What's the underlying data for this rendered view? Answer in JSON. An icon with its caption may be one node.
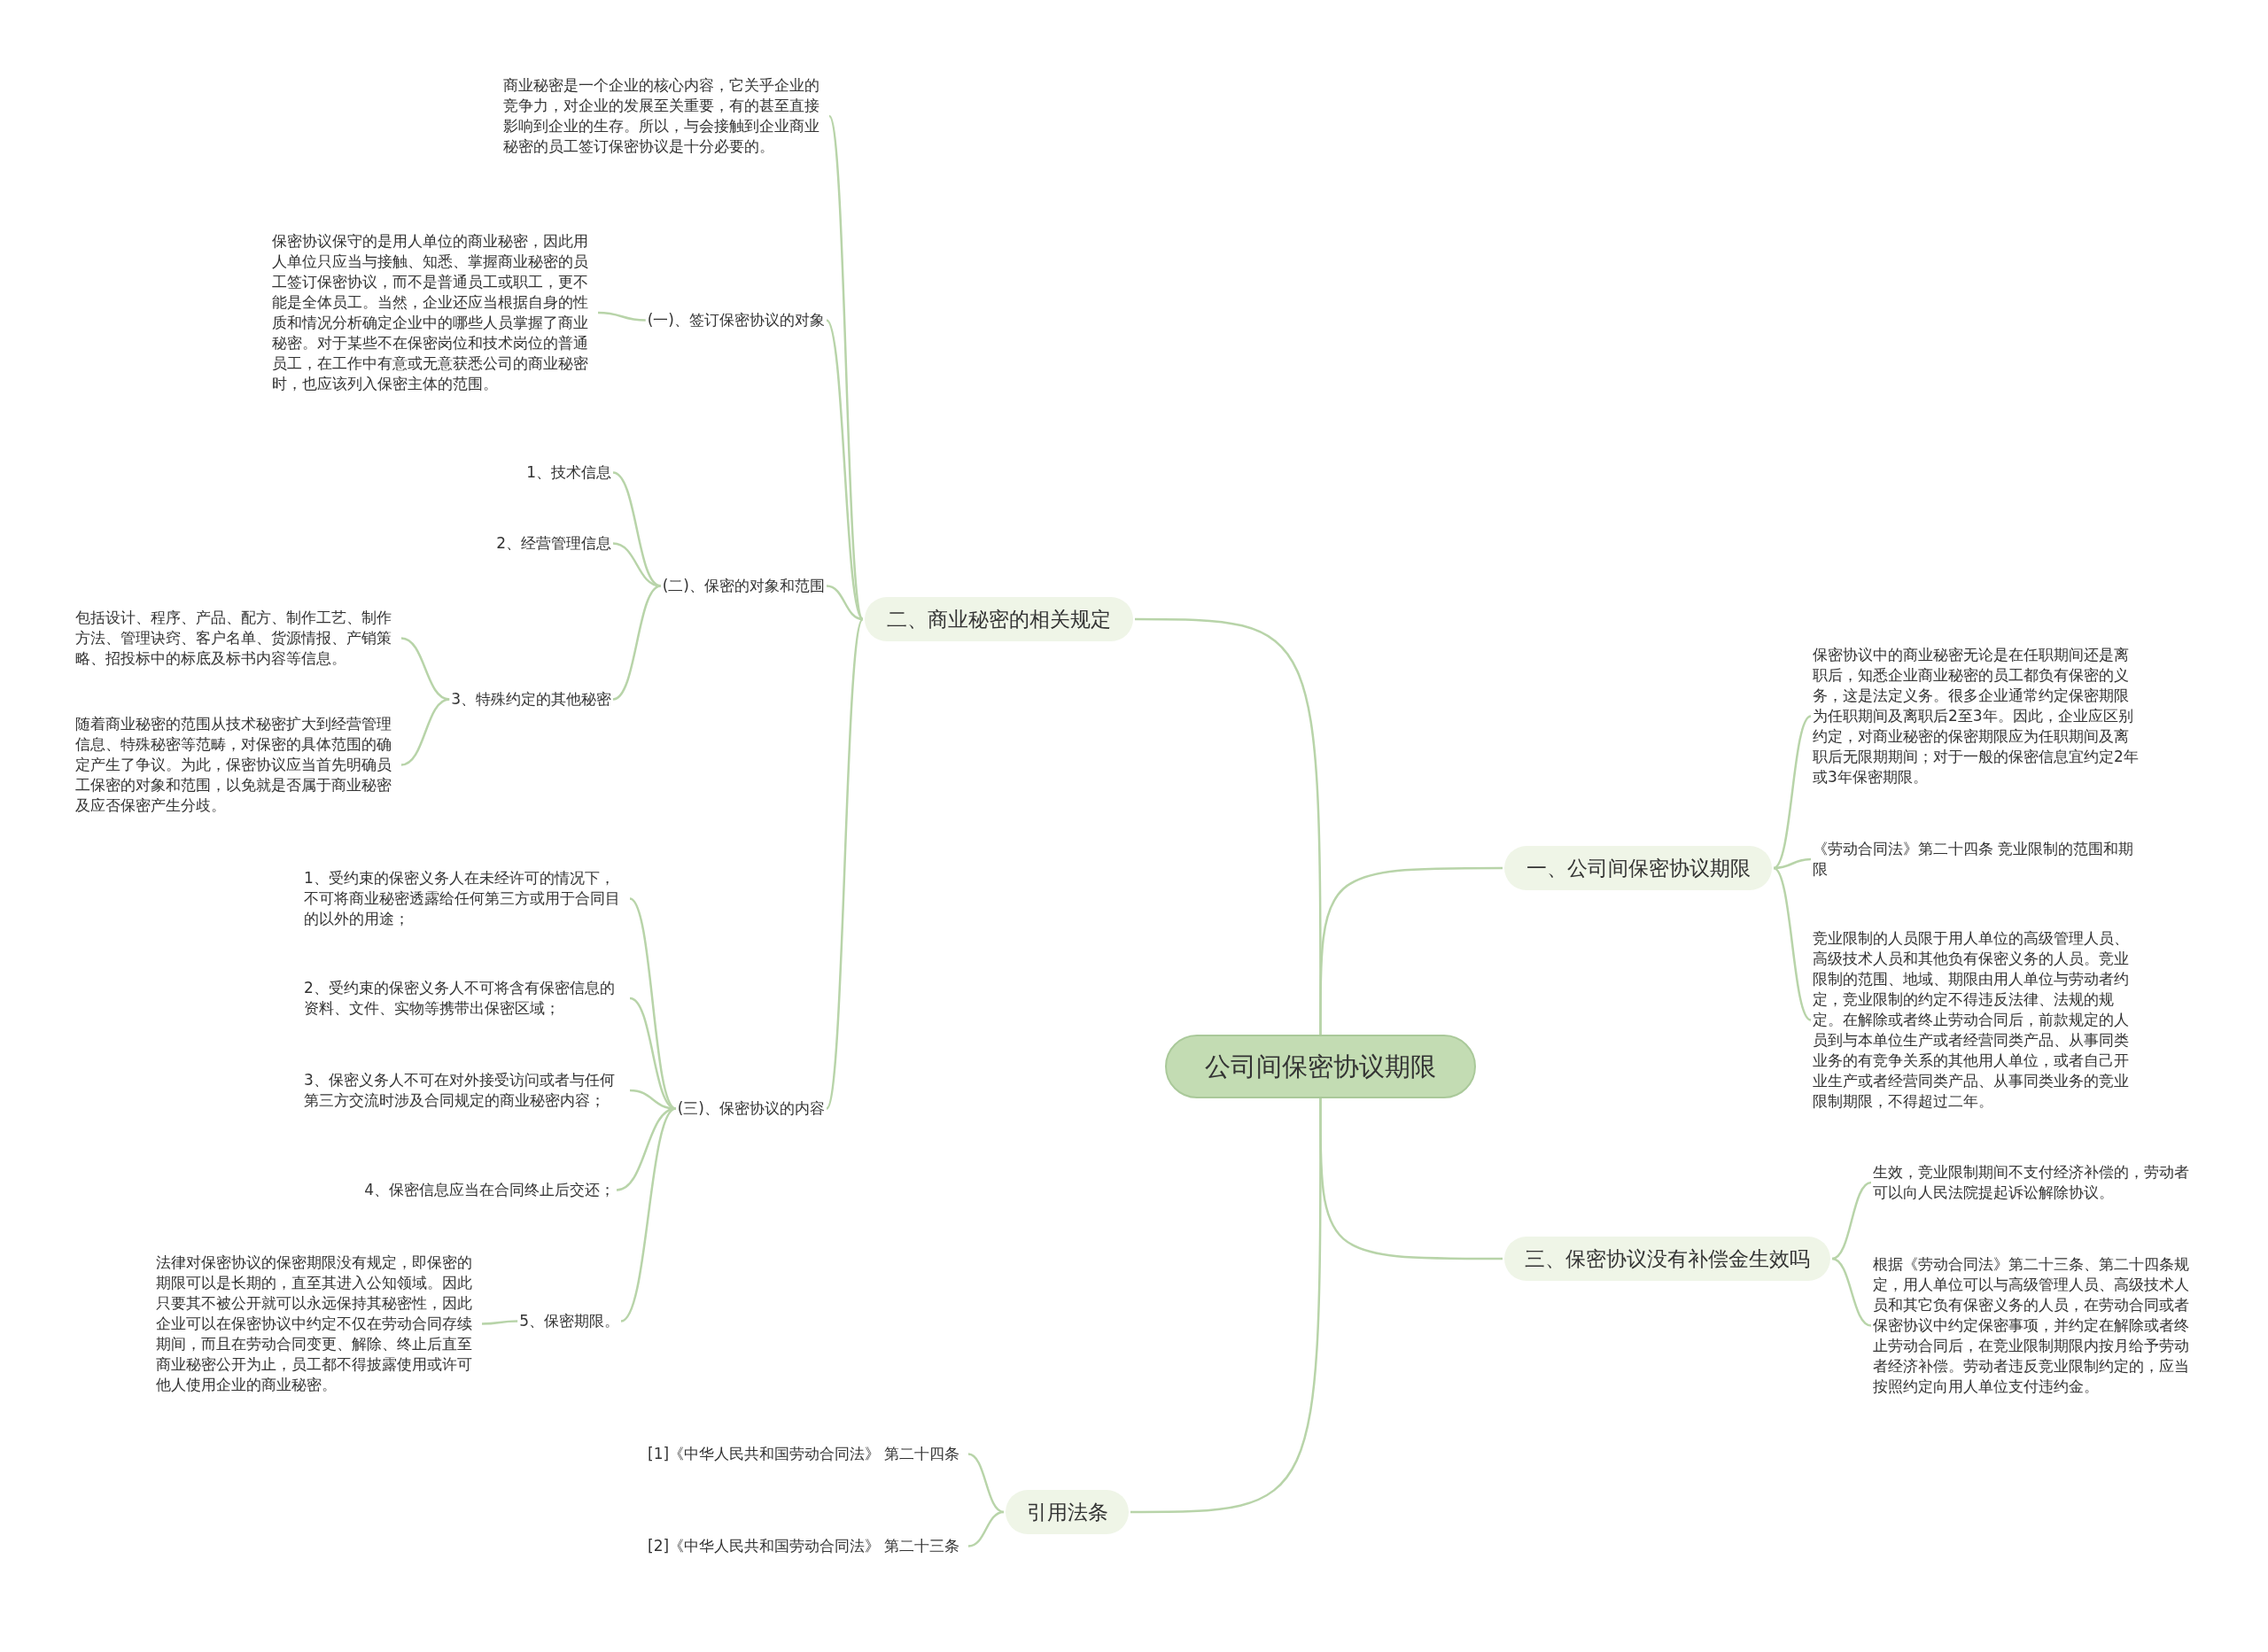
{
  "diagram": {
    "nodes": [
      {
        "text": [
          "公司间保密协议期限"
        ]
      },
      {
        "text": [
          "一、公司间保密协议期限"
        ]
      },
      {
        "text": [
          "保密协议中的商业秘密无论是在任职期间还是离职后，知悉企业商业秘密的员工都负有保密的义务，这是法定义务。很多企业通常约定保密期限为任职期间及离职后2至3年。因此，企业应区别约定，对商业秘密的保密期限应为任职期间及离职后无限期期间；对于一般的保密信息宜约定2年或3年保密期限。"
        ]
      },
      {
        "text": [
          "《劳动合同法》第二十四条 竞业限制的范围和期限"
        ]
      },
      {
        "text": [
          "竞业限制的人员限于用人单位的高级管理人员、高级技术人员和其他负有保密义务的人员。竞业限制的范围、地域、期限由用人单位与劳动者约定，竞业限制的约定不得违反法律、法规的规定。在解除或者终止劳动合同后，前款规定的人员到与本单位生产或者经营同类产品、从事同类业务的有竞争关系的其他用人单位，或者自己开业生产或者经营同类产品、从事同类业务的竞业限制期限，不得超过二年。"
        ]
      },
      {
        "text": [
          "三、保密协议没有补偿金生效吗"
        ]
      },
      {
        "text": [
          "生效，竞业限制期间不支付经济补偿的，劳动者可以向人民法院提起诉讼解除协议。"
        ]
      },
      {
        "text": [
          "根据《劳动合同法》第二十三条、第二十四条规定，用人单位可以与高级管理人员、高级技术人员和其它负有保密义务的人员，在劳动合同或者保密协议中约定保密事项，并约定在解除或者终止劳动合同后，在竞业限制期限内按月给予劳动者经济补偿。劳动者违反竞业限制约定的，应当按照约定向用人单位支付违约金。"
        ]
      },
      {
        "text": [
          "引用法条"
        ]
      },
      {
        "text": [
          "[1]《中华人民共和国劳动合同法》 第二十四条"
        ]
      },
      {
        "text": [
          "[2]《中华人民共和国劳动合同法》 第二十三条"
        ]
      },
      {
        "text": [
          "二、商业秘密的相关规定"
        ]
      },
      {
        "text": [
          "商业秘密是一个企业的核心内容，它关乎企业的竞争力，对企业的发展至关重要，有的甚至直接影响到企业的生存。所以，与会接触到企业商业秘密的员工签订保密协议是十分必要的。"
        ]
      },
      {
        "text": [
          "(一)、签订保密协议的对象"
        ]
      },
      {
        "text": [
          "保密协议保守的是用人单位的商业秘密，因此用人单位只应当与接触、知悉、掌握商业秘密的员工签订保密协议，而不是普通员工或职工，更不能是全体员工。当然，企业还应当根据自身的性质和情况分析确定企业中的哪些人员掌握了商业秘密。对于某些不在保密岗位和技术岗位的普通员工，在工作中有意或无意获悉公司的商业秘密时，也应该列入保密主体的范围。"
        ]
      },
      {
        "text": [
          "(二)、保密的对象和范围"
        ]
      },
      {
        "text": [
          "1、技术信息"
        ]
      },
      {
        "text": [
          "2、经营管理信息"
        ]
      },
      {
        "text": [
          "3、特殊约定的其他秘密"
        ]
      },
      {
        "text": [
          "包括设计、程序、产品、配方、制作工艺、制作方法、管理诀窍、客户名单、货源情报、产销策略、招投标中的标底及标书内容等信息。"
        ]
      },
      {
        "text": [
          "随着商业秘密的范围从技术秘密扩大到经营管理信息、特殊秘密等范畴，对保密的具体范围的确定产生了争议。为此，保密协议应当首先明确员工保密的对象和范围，以免就是否属于商业秘密及应否保密产生分歧。"
        ]
      },
      {
        "text": [
          "(三)、保密协议的内容"
        ]
      },
      {
        "text": [
          "1、受约束的保密义务人在未经许可的情况下，不可将商业秘密透露给任何第三方或用于合同目的以外的用途；"
        ]
      },
      {
        "text": [
          "2、受约束的保密义务人不可将含有保密信息的资料、文件、实物等携带出保密区域；"
        ]
      },
      {
        "text": [
          "3、保密义务人不可在对外接受访问或者与任何第三方交流时涉及合同规定的商业秘密内容；"
        ]
      },
      {
        "text": [
          "4、保密信息应当在合同终止后交还；"
        ]
      },
      {
        "text": [
          "5、保密期限。"
        ]
      },
      {
        "text": [
          "法律对保密协议的保密期限没有规定，即保密的期限可以是长期的，直至其进入公知领域。因此只要其不被公开就可以永远保持其秘密性，因此企业可以在保密协议中约定不仅在劳动合同存续期间，而且在劳动合同变更、解除、终止后直至商业秘密公开为止，员工都不得披露使用或许可他人使用企业的商业秘密。"
        ]
      }
    ],
    "edges": [
      {
        "from": 0,
        "to": 1,
        "arrow": "none"
      },
      {
        "from": 1,
        "to": 2,
        "arrow": "none"
      },
      {
        "from": 1,
        "to": 3,
        "arrow": "none"
      },
      {
        "from": 1,
        "to": 4,
        "arrow": "none"
      },
      {
        "from": 0,
        "to": 5,
        "arrow": "none"
      },
      {
        "from": 5,
        "to": 6,
        "arrow": "none"
      },
      {
        "from": 5,
        "to": 7,
        "arrow": "none"
      },
      {
        "from": 0,
        "to": 8,
        "arrow": "none"
      },
      {
        "from": 8,
        "to": 9,
        "arrow": "none"
      },
      {
        "from": 8,
        "to": 10,
        "arrow": "none"
      },
      {
        "from": 0,
        "to": 11,
        "arrow": "none"
      },
      {
        "from": 11,
        "to": 12,
        "arrow": "none"
      },
      {
        "from": 11,
        "to": 13,
        "arrow": "none"
      },
      {
        "from": 13,
        "to": 14,
        "arrow": "none"
      },
      {
        "from": 11,
        "to": 15,
        "arrow": "none"
      },
      {
        "from": 15,
        "to": 16,
        "arrow": "none"
      },
      {
        "from": 15,
        "to": 17,
        "arrow": "none"
      },
      {
        "from": 15,
        "to": 18,
        "arrow": "none"
      },
      {
        "from": 18,
        "to": 19,
        "arrow": "none"
      },
      {
        "from": 18,
        "to": 20,
        "arrow": "none"
      },
      {
        "from": 11,
        "to": 21,
        "arrow": "none"
      },
      {
        "from": 21,
        "to": 22,
        "arrow": "none"
      },
      {
        "from": 21,
        "to": 23,
        "arrow": "none"
      },
      {
        "from": 21,
        "to": 24,
        "arrow": "none"
      },
      {
        "from": 21,
        "to": 25,
        "arrow": "none"
      },
      {
        "from": 21,
        "to": 26,
        "arrow": "none"
      },
      {
        "from": 26,
        "to": 27,
        "arrow": "none"
      }
    ]
  }
}
